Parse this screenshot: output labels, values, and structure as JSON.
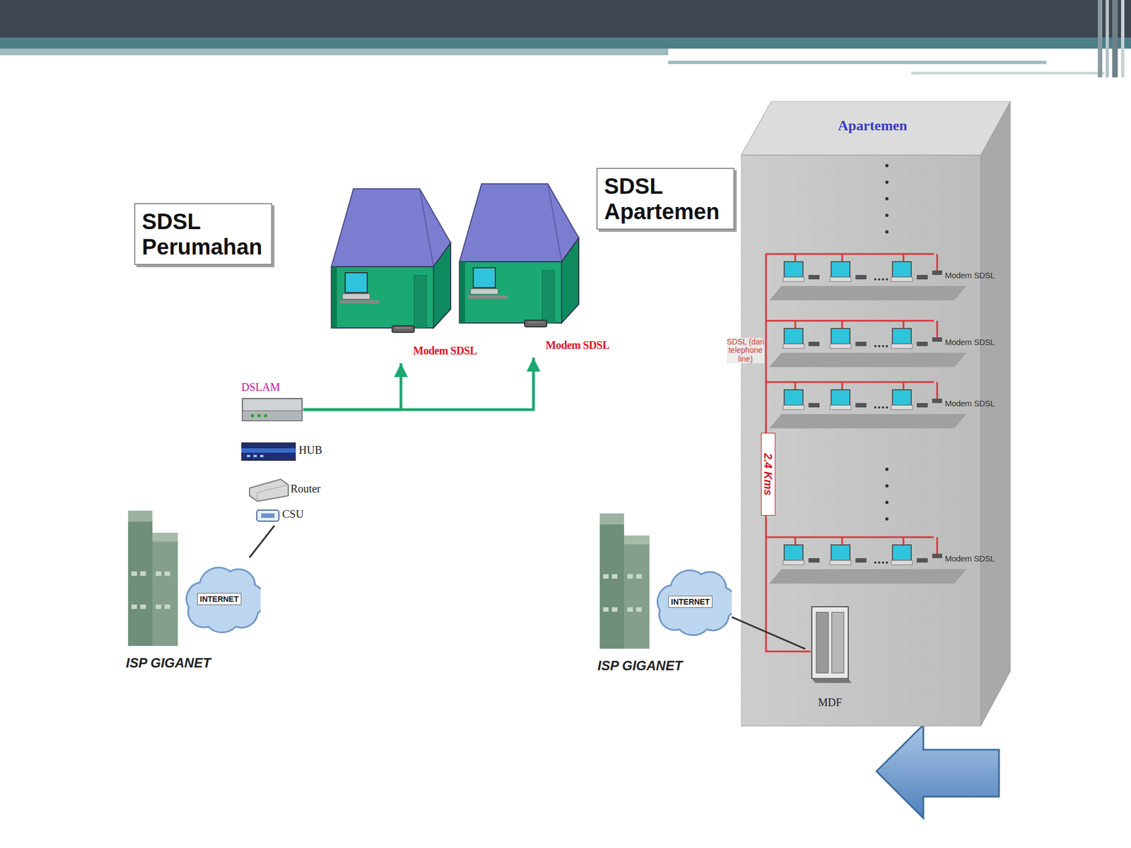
{
  "diagram": {
    "nodes": [
      {
        "text": [
          "SDSL Perumahan"
        ]
      },
      {
        "text": [
          "DSLAM"
        ]
      },
      {
        "text": [
          "HUB"
        ]
      },
      {
        "text": [
          "Router"
        ]
      },
      {
        "text": [
          "CSU"
        ]
      },
      {
        "text": [
          "Modem SDSL"
        ]
      },
      {
        "text": [
          "Modem SDSL"
        ]
      },
      {
        "text": [
          "INTERNET"
        ]
      },
      {
        "text": [
          "ISP GIGANET"
        ]
      },
      {
        "text": [
          "SDSL Apartemen"
        ]
      },
      {
        "text": [
          "Apartemen"
        ]
      },
      {
        "text": [
          "MDF"
        ],
        "in": 10
      },
      {
        "text": [
          "INTERNET"
        ]
      },
      {
        "text": [
          "ISP GIGANET"
        ]
      }
    ],
    "edges": [
      {
        "from": 1,
        "to": 5,
        "arrow": "to"
      },
      {
        "from": 1,
        "to": 6,
        "arrow": "to"
      },
      {
        "from": 4,
        "to": 7,
        "arrow": "none"
      },
      {
        "from": 12,
        "to": 11,
        "arrow": "none"
      }
    ],
    "labels": [
      "Modem SDSL",
      "Modem SDSL",
      "Modem SDSL",
      "Modem SDSL",
      "SDSL (dari telephone line)",
      "2.4 Kms"
    ]
  }
}
